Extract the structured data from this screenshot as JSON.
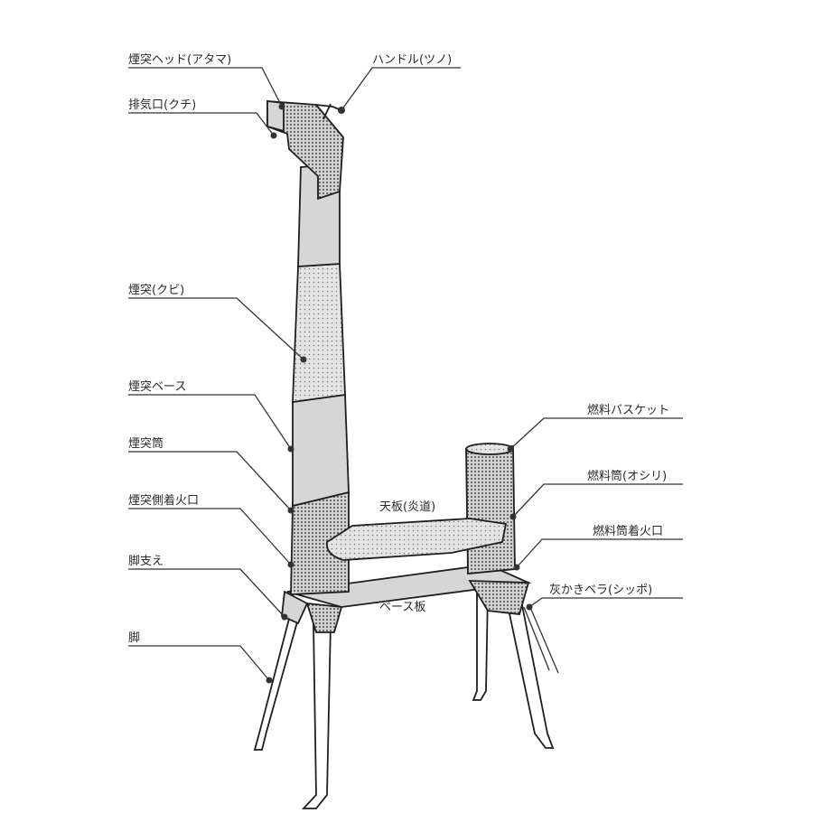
{
  "labels": {
    "chimney_head": "煙突ヘッド(アタマ)",
    "exhaust": "排気口(クチ)",
    "handle": "ハンドル(ツノ)",
    "chimney_neck": "煙突(クビ)",
    "chimney_base": "煙突ベース",
    "chimney_tube": "煙突筒",
    "chimney_side_port": "煙突側着火口",
    "leg_brace": "脚支え",
    "leg": "脚",
    "fuel_basket": "燃料バスケット",
    "fuel_tube": "燃料筒(オシリ)",
    "fuel_tube_port": "燃料筒着火口",
    "ash_scraper": "灰かきベラ(シッポ)",
    "top_plate": "天板(炎道)",
    "base_plate": "ベース板"
  }
}
